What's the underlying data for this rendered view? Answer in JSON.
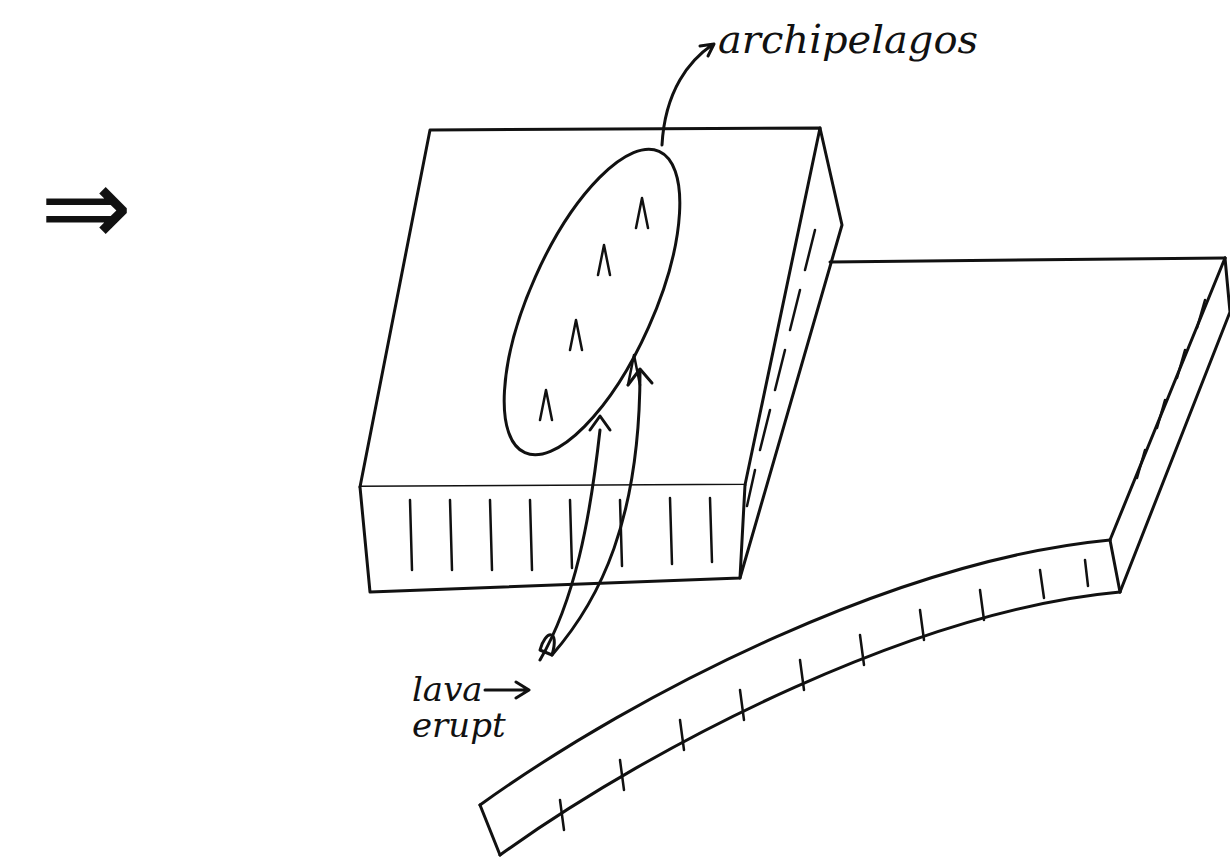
{
  "diagram": {
    "labels": [
      "⇒",
      "archipelagos",
      "lava erupt"
    ]
  }
}
